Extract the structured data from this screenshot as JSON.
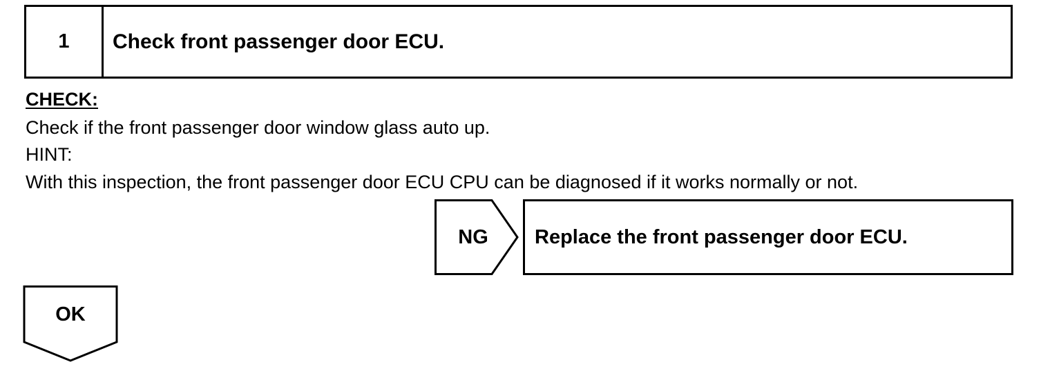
{
  "step": {
    "number": "1",
    "title": "Check front passenger door ECU."
  },
  "check": {
    "label": "CHECK:",
    "text": "Check if the front passenger door window glass auto up."
  },
  "hint": {
    "label": "HINT:",
    "text": "With this inspection, the front passenger door ECU CPU can be diagnosed if it works normally or not."
  },
  "ng_branch": {
    "label": "NG",
    "action": "Replace the front passenger door ECU."
  },
  "ok_branch": {
    "label": "OK"
  }
}
